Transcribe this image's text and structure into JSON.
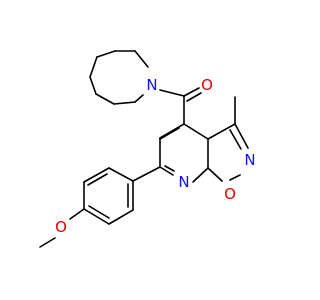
{
  "atoms": {
    "azepane_n": "N",
    "carbonyl_o": "O",
    "isoxazole_n": "N",
    "isoxazole_o": "O",
    "pyridine_n": "N",
    "methoxy_o": "O"
  },
  "colors": {
    "carbon_bond": "#000000",
    "nitrogen": "#1010ff",
    "oxygen": "#e00000",
    "background": "#ffffff"
  }
}
